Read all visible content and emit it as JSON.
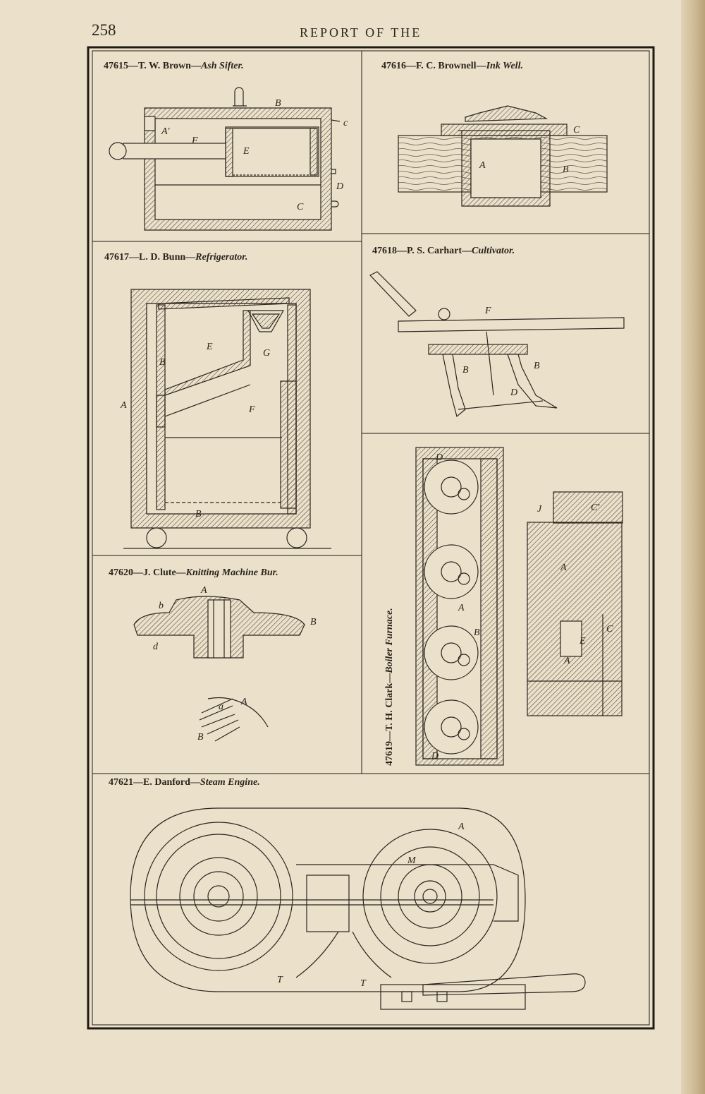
{
  "header": {
    "page_number": "258",
    "running_title": "REPORT OF THE"
  },
  "patents": [
    {
      "number": "47615",
      "inventor": "T. W. Brown",
      "title": "Ash Sifter.",
      "labels": [
        "B",
        "c",
        "A'",
        "F",
        "E",
        "D",
        "C"
      ]
    },
    {
      "number": "47616",
      "inventor": "F. C. Brownell",
      "title": "Ink Well.",
      "labels": [
        "C",
        "A",
        "B"
      ]
    },
    {
      "number": "47617",
      "inventor": "L. D. Bunn",
      "title": "Refrigerator.",
      "labels": [
        "E",
        "G",
        "B",
        "A",
        "F",
        "B"
      ]
    },
    {
      "number": "47618",
      "inventor": "P. S. Carhart",
      "title": "Cultivator.",
      "labels": [
        "F",
        "B",
        "B",
        "D"
      ]
    },
    {
      "number": "47620",
      "inventor": "J. Clute",
      "title": "Knitting Machine Bur.",
      "labels": [
        "A",
        "b",
        "B",
        "d",
        "A",
        "a",
        "B"
      ]
    },
    {
      "number": "47619",
      "inventor": "T. H. Clark",
      "title": "Boiler Furnace.",
      "labels": [
        "D",
        "A",
        "B",
        "D",
        "J",
        "C'",
        "A",
        "C",
        "E",
        "A"
      ]
    },
    {
      "number": "47621",
      "inventor": "E. Danford",
      "title": "Steam Engine.",
      "labels": [
        "A",
        "M",
        "T",
        "T"
      ]
    }
  ],
  "separator": "—"
}
